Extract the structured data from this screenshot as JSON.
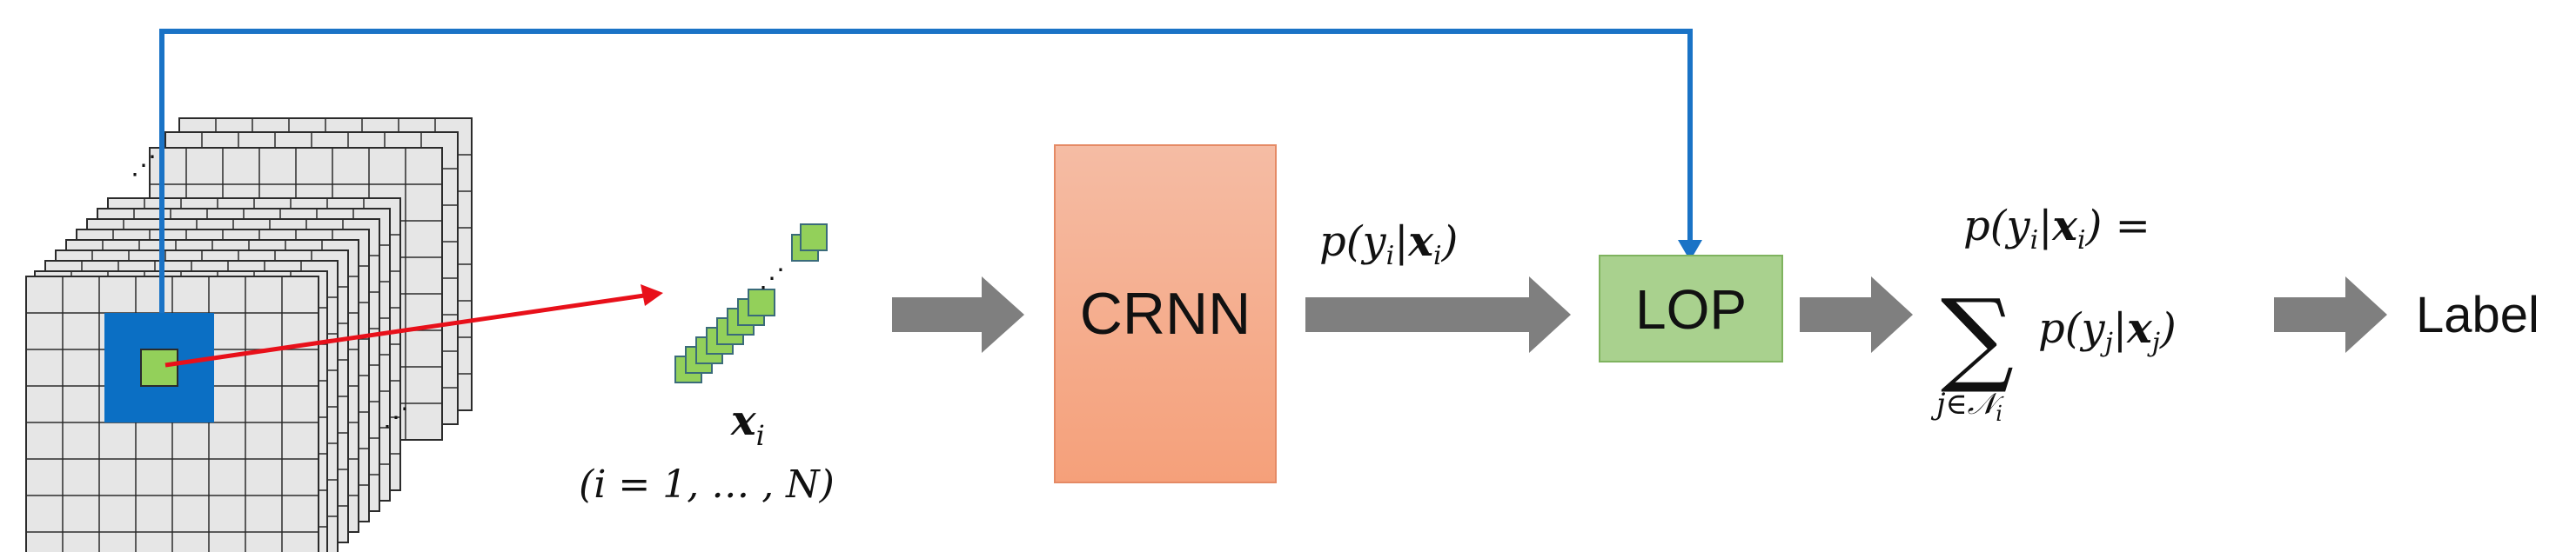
{
  "colors": {
    "grid_fill": "#e6e6e6",
    "grid_stroke": "#2b2b2b",
    "neighborhood": "#0b6fc4",
    "center_pixel": "#93d05a",
    "red_arrow": "#e8101a",
    "blue_connector": "#1a73c6",
    "gray_arrow": "#7f7f7f",
    "crnn_top": "#f5bca4",
    "crnn_bottom": "#f5a07a",
    "lop_fill": "#a9d18e",
    "lop_stroke": "#7fb35f"
  },
  "stack": {
    "ellipsis_top": "⋰",
    "ellipsis_bottom": "⋰"
  },
  "samples": {
    "ellipsis": "⋰",
    "label_var": "x",
    "label_sub": "i",
    "index_range": "(i = 1, … , N)"
  },
  "crnn": {
    "label": "CRNN"
  },
  "arrow_label": {
    "p": "p(",
    "y": "y",
    "i1": "i",
    "bar": "|",
    "x": "x",
    "i2": "i",
    "close": ")"
  },
  "lop": {
    "label": "LOP"
  },
  "formula": {
    "lhs": {
      "p": "p(",
      "y": "y",
      "i1": "i",
      "bar": "|",
      "x": "x",
      "i2": "i",
      "close": ") ="
    },
    "sum_symbol": "∑",
    "sum_index": "j∈𝒩",
    "sum_index_sub": "i",
    "rhs": {
      "p": "p(",
      "y": "y",
      "j1": "j",
      "bar": "|",
      "x": "x",
      "j2": "j",
      "close": ")"
    }
  },
  "output": {
    "label": "Label"
  }
}
